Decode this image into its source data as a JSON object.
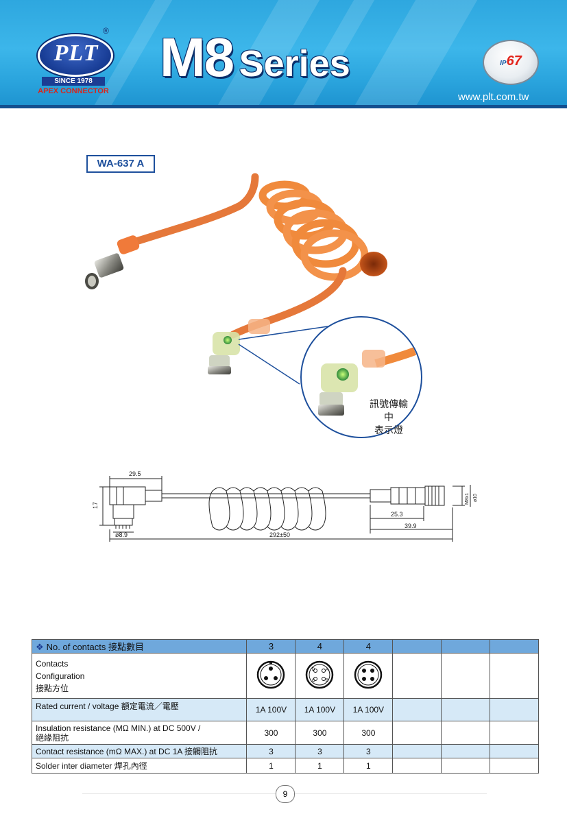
{
  "header": {
    "logo_text": "PLT",
    "logo_registered": "®",
    "since": "SINCE 1978",
    "company": "APEX CONNECTOR",
    "title_main": "M8",
    "title_sub": "Series",
    "ip_prefix": "IP",
    "ip_rating": "67",
    "website": "www.plt.com.tw"
  },
  "product": {
    "model": "WA-637 A",
    "callout_line1": "訊號傳輸中",
    "callout_line2": "表示燈"
  },
  "drawing": {
    "dim_29_5": "29.5",
    "dim_17": "17",
    "dim_8_9": "ø8.9",
    "dim_292": "292±50",
    "dim_25_3": "25.3",
    "dim_39_9": "39.9",
    "dim_m8": "M8x1",
    "dim_10": "ø10"
  },
  "specs": {
    "header_label": "No. of contacts 接點數目",
    "contacts": [
      "3",
      "4",
      "4",
      "",
      "",
      ""
    ],
    "rows": [
      {
        "label_lines": [
          "Contacts",
          "Configuration",
          "接點方位"
        ],
        "values": [
          "",
          "",
          "",
          "",
          "",
          ""
        ]
      },
      {
        "label_lines": [
          "Rated current / voltage  額定電流／電壓"
        ],
        "values": [
          "1A 100V",
          "1A 100V",
          "1A 100V",
          "",
          "",
          ""
        ]
      },
      {
        "label_lines": [
          "Insulation resistance (MΩ MIN.) at DC 500V /",
          "絕緣阻抗"
        ],
        "values": [
          "300",
          "300",
          "300",
          "",
          "",
          ""
        ]
      },
      {
        "label_lines": [
          "Contact resistance (mΩ MAX.) at DC 1A 接觸阻抗"
        ],
        "values": [
          "3",
          "3",
          "3",
          "",
          "",
          ""
        ]
      },
      {
        "label_lines": [
          "Solder inter diameter 焊孔內徑"
        ],
        "values": [
          "1",
          "1",
          "1",
          "",
          "",
          ""
        ]
      }
    ],
    "pin_letters": [
      "A",
      "B",
      "C",
      "D"
    ]
  },
  "footer": {
    "page_number": "9"
  },
  "colors": {
    "header_blue": "#2ea7df",
    "header_dark": "#134f8f",
    "cable_orange": "#f08a3c",
    "table_header": "#6fa8dc",
    "table_alt": "#d6e9f7",
    "label_blue": "#1d4f9c",
    "brand_red": "#d8261c"
  }
}
